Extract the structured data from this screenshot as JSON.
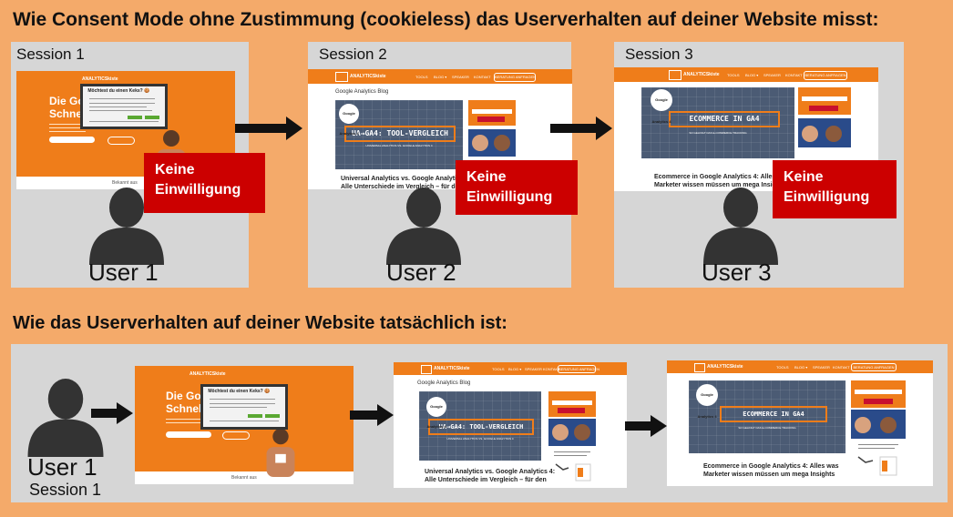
{
  "heading_top": "Wie Consent Mode ohne Zustimmung (cookieless) das Userverhalten auf deiner Website misst:",
  "heading_bottom": "Wie das Userverhalten auf deiner Website tatsächlich ist:",
  "top_panels": [
    {
      "session": "Session 1",
      "user": "User 1",
      "badge_line1": "Keine",
      "badge_line2": "Einwilligung"
    },
    {
      "session": "Session 2",
      "user": "User 2",
      "badge_line1": "Keine",
      "badge_line2": "Einwilligung"
    },
    {
      "session": "Session 3",
      "user": "User 3",
      "badge_line1": "Keine",
      "badge_line2": "Einwilligung"
    }
  ],
  "bottom_panel": {
    "user": "User 1",
    "session": "Session 1"
  },
  "screens": {
    "landing": {
      "hero_line1": "Die Goog",
      "hero_line2": "Schnell",
      "modal_title": "Möchtest du einen Keks? 🍪",
      "footer": "Bekannt aus"
    },
    "blog1": {
      "logo": "ANALYTICSkiste",
      "nav": [
        "TOOLS",
        "BLOG ▾",
        "SPEAKER",
        "KONTAKT"
      ],
      "nav_button": "BERATUNG ANFRAGEN",
      "blog_head": "Google Analytics Blog",
      "badge": "Google Analytics 4",
      "hero_title": "UA→GA4: TOOL-VERGLEICH",
      "hero_sub": "UNIVERSAL ANALYTICS VS. GOOGLE ANALYTICS 4",
      "article_line1": "Universal Analytics vs. Google Analytics 4:",
      "article_line2": "Alle Unterschiede im Vergleich – für den"
    },
    "blog2": {
      "logo": "ANALYTICSkiste",
      "nav": [
        "TOOLS",
        "BLOG ▾",
        "SPEAKER",
        "KONTAKT"
      ],
      "nav_button": "BERATUNG ANFRAGEN",
      "badge": "Google Analytics 4",
      "hero_title": "ECOMMERCE IN GA4",
      "hero_sub": "SO GELINGT DAS E-COMMERCE TRACKING",
      "article_line1": "Ecommerce in Google Analytics 4: Alles was",
      "article_line2": "Marketer wissen müssen um mega Insights"
    }
  },
  "colors": {
    "background": "#f4aa6a",
    "panel": "#d6d6d6",
    "badge": "#cc0000",
    "brand_orange": "#ef7d1a",
    "icon": "#333333"
  },
  "icons": [
    "user-silhouette-icon",
    "right-arrow-icon"
  ]
}
